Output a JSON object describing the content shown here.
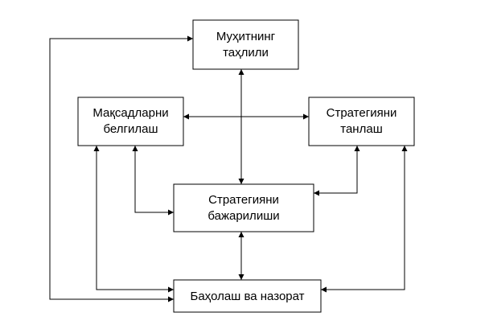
{
  "diagram": {
    "nodes": [
      {
        "id": "env_analysis",
        "lines": [
          "Муҳитнинг",
          "таҳлили"
        ]
      },
      {
        "id": "goals",
        "lines": [
          "Мақсадларни",
          "белгилаш"
        ]
      },
      {
        "id": "strategy_choice",
        "lines": [
          "Стратегияни",
          "танлаш"
        ]
      },
      {
        "id": "strategy_exec",
        "lines": [
          "Стратегияни",
          "бажарилиши"
        ]
      },
      {
        "id": "evaluation",
        "lines": [
          "Баҳолаш ва назорат"
        ]
      }
    ],
    "edges": [
      {
        "from": "env_analysis",
        "to": "strategy_exec",
        "direction": "both"
      },
      {
        "from": "goals",
        "to": "strategy_choice",
        "direction": "both"
      },
      {
        "from": "strategy_exec",
        "to": "evaluation",
        "direction": "both"
      },
      {
        "from": "goals",
        "to": "strategy_exec",
        "direction": "both"
      },
      {
        "from": "strategy_choice",
        "to": "strategy_exec",
        "direction": "both"
      },
      {
        "from": "goals",
        "to": "evaluation",
        "direction": "both"
      },
      {
        "from": "strategy_choice",
        "to": "evaluation",
        "direction": "both"
      },
      {
        "from": "evaluation",
        "to": "env_analysis",
        "direction": "both"
      }
    ]
  }
}
